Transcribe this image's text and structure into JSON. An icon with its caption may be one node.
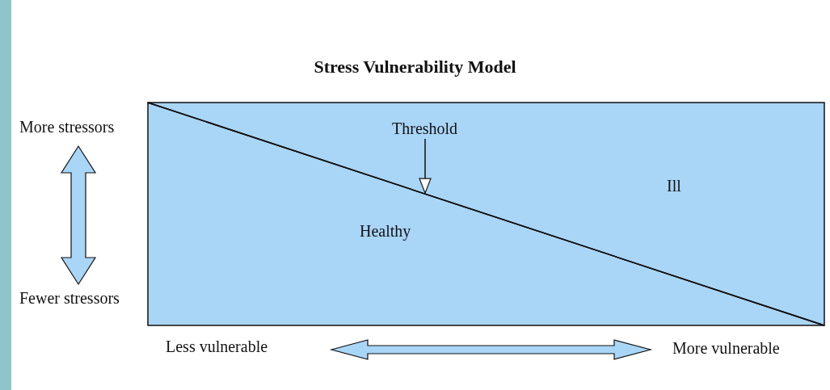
{
  "diagram": {
    "title": "Stress Vulnerability Model",
    "nodes": [
      {
        "text": [
          "Healthy"
        ]
      },
      {
        "text": [
          "Ill"
        ]
      },
      {
        "text": [
          "Threshold"
        ],
        "in": 1
      },
      {
        "text": [],
        "shape": "line"
      }
    ],
    "edges": [
      {
        "from": 2,
        "to": 3,
        "arrow": "to"
      }
    ],
    "labels": [
      "More stressors",
      "Fewer stressors",
      "Less vulnerable",
      "More vulnerable"
    ]
  }
}
